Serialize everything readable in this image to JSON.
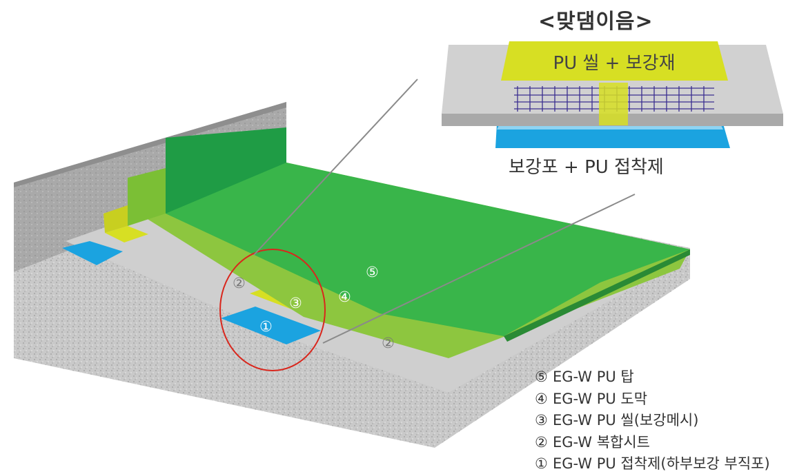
{
  "joint_title": "<맞댐이음>",
  "joint_detail": {
    "top_label": "PU 씰 + 보강재",
    "bottom_label": "보강포 + PU 접착제"
  },
  "markers": {
    "m5": "⑤",
    "m4": "④",
    "m3": "③",
    "m2_left": "②",
    "m2_right": "②",
    "m1": "①"
  },
  "legend": [
    {
      "symbol": "⑤",
      "text": "EG-W PU 탑"
    },
    {
      "symbol": "④",
      "text": "EG-W PU 도막"
    },
    {
      "symbol": "③",
      "text": "EG-W PU 씰(보강메시)"
    },
    {
      "symbol": "②",
      "text": "EG-W 복합시트"
    },
    {
      "symbol": "①",
      "text": "EG-W PU 접착제(하부보강 부직포)"
    }
  ],
  "colors": {
    "top_coat": "#39b54a",
    "coating": "#8dc63f",
    "seal": "#d7df23",
    "sheet": "#cfcfcf",
    "adhesive": "#1ba3e0",
    "concrete": "#b5b5b5",
    "highlight_circle": "#d9261c",
    "mesh": "#3a2d8f"
  }
}
